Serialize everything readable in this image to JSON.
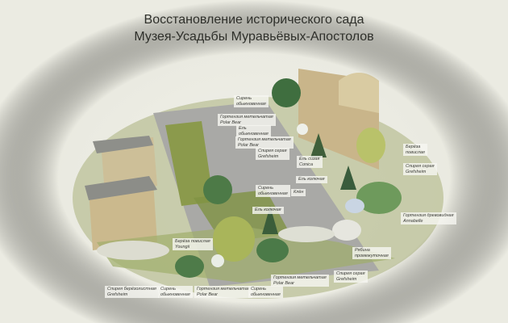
{
  "title": {
    "line1": "Восстановление исторического сада",
    "line2": "Музея-Усадьбы Муравьёвых-Апостолов"
  },
  "labels": [
    {
      "name": "Сирень",
      "sub": "обыкновенная"
    },
    {
      "name": "Гортензия метельчатая",
      "sub": "Polar Bear"
    },
    {
      "name": "Ель",
      "sub": "обыкновенная"
    },
    {
      "name": "Гортензия метельчатая",
      "sub": "Polar Bear"
    },
    {
      "name": "Спирея серая",
      "sub": "Grefsheim"
    },
    {
      "name": "Ель сизая",
      "sub": "Conica"
    },
    {
      "name": "Ель колючая",
      "sub": ""
    },
    {
      "name": "Сирень",
      "sub": "обыкновенная"
    },
    {
      "name": "Клён",
      "sub": ""
    },
    {
      "name": "Ель колючая",
      "sub": ""
    },
    {
      "name": "Берёза",
      "sub": "повислая"
    },
    {
      "name": "Спирея серая",
      "sub": "Grefsheim"
    },
    {
      "name": "Гортензия древовидная",
      "sub": "Annabelle"
    },
    {
      "name": "Рябина",
      "sub": "промежуточная"
    },
    {
      "name": "Спирея серая",
      "sub": "Grefsheim"
    },
    {
      "name": "Берёза повислая",
      "sub": "Youngii"
    },
    {
      "name": "Спирея берёзолистная",
      "sub": "Grefsheim"
    },
    {
      "name": "Сирень",
      "sub": "обыкновенная"
    },
    {
      "name": "Гортензия метельчатая",
      "sub": "Polar Bear"
    },
    {
      "name": "Сирень",
      "sub": "обыкновенная"
    },
    {
      "name": "Гортензия метельчатая",
      "sub": "Polar Bear"
    }
  ]
}
